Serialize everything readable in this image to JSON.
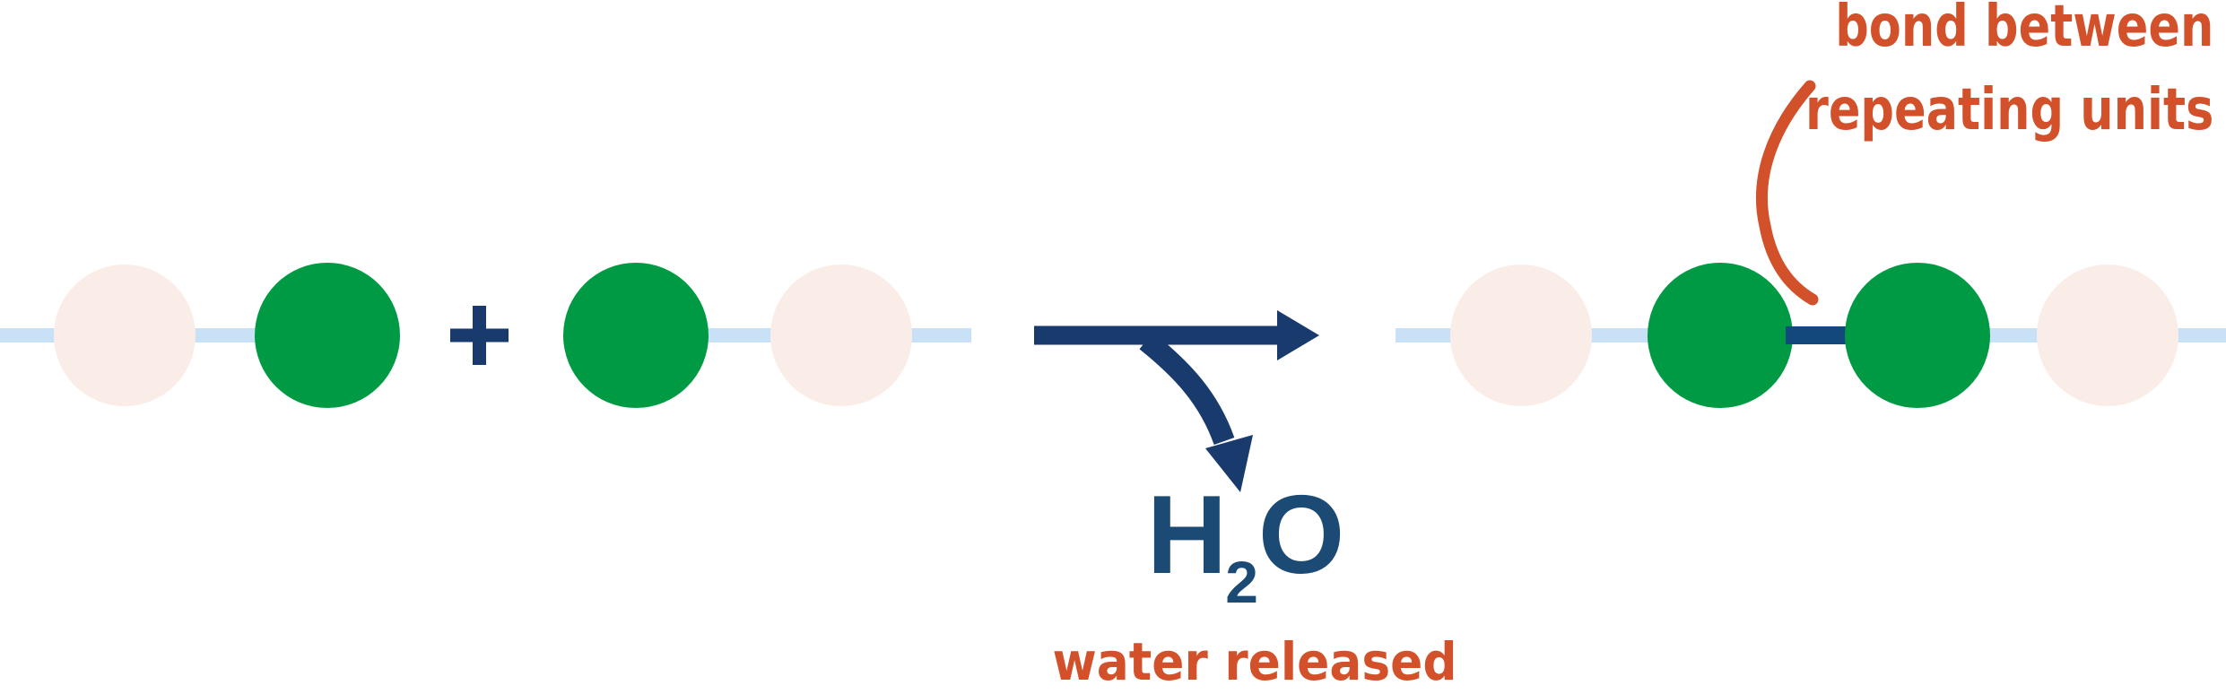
{
  "labels": {
    "plus_sign": "+",
    "formula": {
      "element_h": "H",
      "subscript": "2",
      "element_o": "O"
    },
    "water_caption": "water released",
    "bond_label_line1": "bond between",
    "bond_label_line2": "repeating units"
  },
  "structure": {
    "reactant_left_units": [
      "pink",
      "green"
    ],
    "reactant_right_units": [
      "green",
      "pink"
    ],
    "product_units": [
      "pink",
      "green",
      "green",
      "pink"
    ],
    "released_molecule": "H2O",
    "bond_position": "between the two green repeating units"
  },
  "colors": {
    "green_unit": "#009A44",
    "pink_unit": "#FAEDE8",
    "chain_line": "#C9E1F6",
    "arrow_navy": "#183A6D",
    "bond_navy": "#13487C",
    "formula_navy": "#1B4A75",
    "annotation_orange": "#D2512A"
  }
}
